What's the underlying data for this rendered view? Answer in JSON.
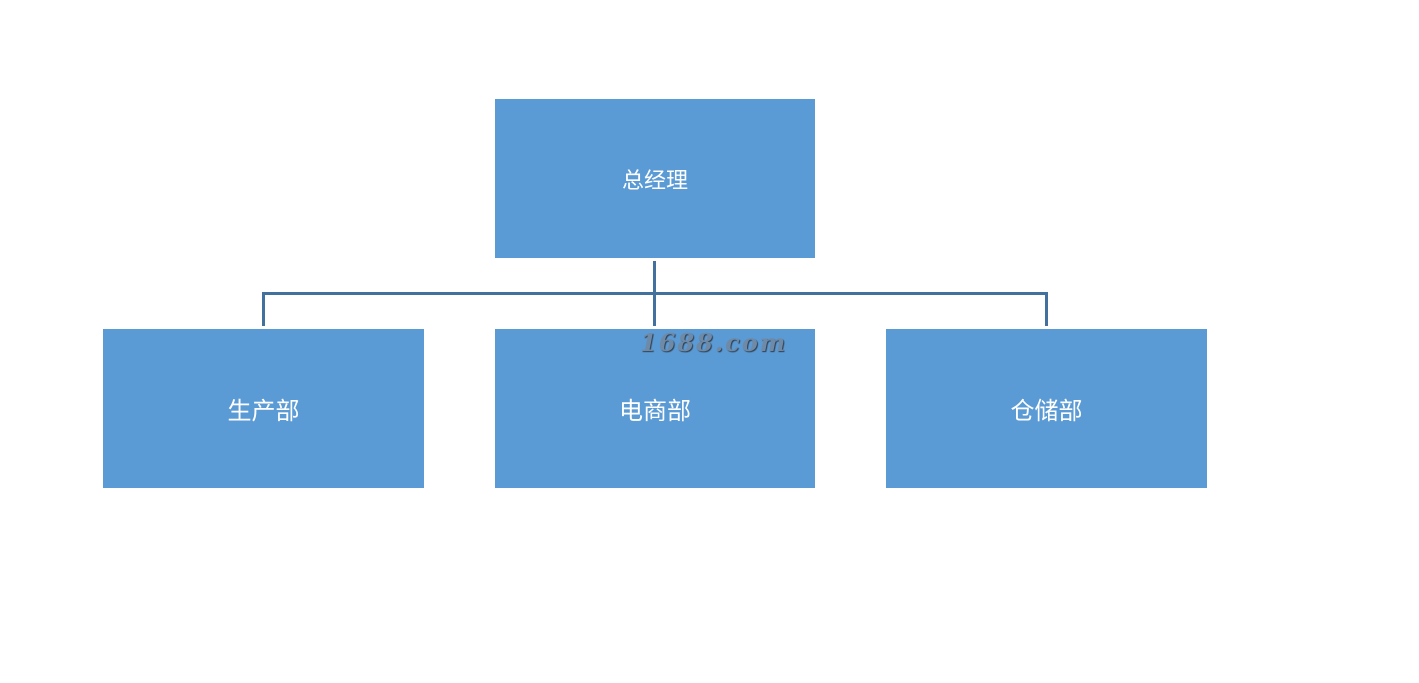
{
  "org_chart": {
    "root": {
      "label": "总经理"
    },
    "children": [
      {
        "label": "生产部"
      },
      {
        "label": "电商部"
      },
      {
        "label": "仓储部"
      }
    ]
  },
  "watermark": {
    "text": "1688.com"
  },
  "colors": {
    "box_fill": "#5b9bd5",
    "connector": "#41719c",
    "box_text": "#ffffff",
    "background": "#ffffff"
  }
}
